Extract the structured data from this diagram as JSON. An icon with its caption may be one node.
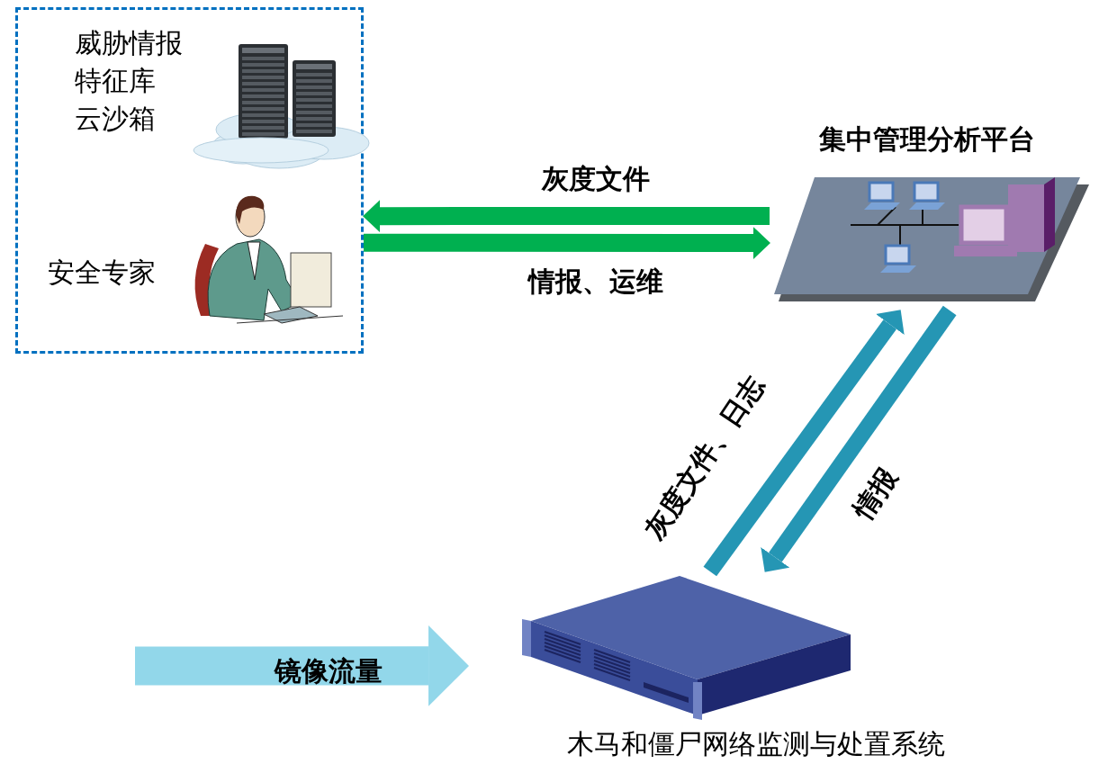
{
  "diagram": {
    "nodes": [
      {
        "text": [],
        "shape": "box"
      },
      {
        "text": [
          "威胁情报",
          "特征库",
          "云沙箱"
        ],
        "in": 0
      },
      {
        "text": [
          "安全专家"
        ],
        "in": 0
      },
      {
        "text": [
          "集中管理分析平台"
        ]
      },
      {
        "text": [
          "木马和僵尸网络监测与处置系统"
        ]
      }
    ],
    "edges": [
      {
        "from": 3,
        "to": 0,
        "arrow": "to",
        "label": "灰度文件",
        "color": "#00b050"
      },
      {
        "from": 0,
        "to": 3,
        "arrow": "to",
        "label": "情报、运维",
        "color": "#00b050"
      },
      {
        "from": 4,
        "to": 3,
        "arrow": "to",
        "label": "灰度文件、日志",
        "color": "#2596b4"
      },
      {
        "from": 3,
        "to": 4,
        "arrow": "to",
        "label": "情报",
        "color": "#2596b4"
      },
      {
        "from": null,
        "to": 4,
        "arrow": "to",
        "label": "镜像流量",
        "style": "thick",
        "color": "#92d7ea"
      }
    ]
  }
}
